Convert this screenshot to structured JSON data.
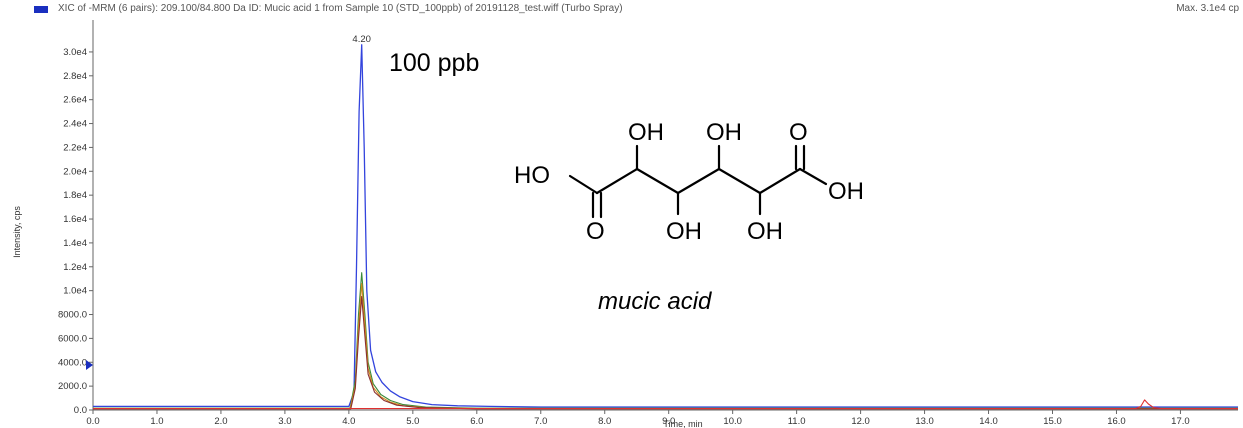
{
  "header": {
    "title": "XIC of -MRM (6 pairs): 209.100/84.800 Da ID: Mucic acid 1 from Sample 10 (STD_100ppb) of 20191128_test.wiff (Turbo Spray)",
    "max_label": "Max. 3.1e4 cp"
  },
  "colors": {
    "legend": "#1a2fbf",
    "blue": "#3344dd",
    "green": "#3a8a3a",
    "orange": "#d08a20",
    "red": "#e03030",
    "darkred": "#8a3030",
    "axis": "#666666"
  },
  "annotations": {
    "concentration": "100 ppb",
    "compound": "mucic acid",
    "peak_label": "4.20"
  },
  "molecule": {
    "HO": "HO",
    "OH": "OH",
    "O": "O"
  },
  "chart_data": {
    "type": "line",
    "xlabel": "Time, min",
    "ylabel": "Intensity, cps",
    "xlim": [
      0.0,
      17.9
    ],
    "ylim": [
      0,
      31000
    ],
    "x_ticks": [
      "0.0",
      "1.0",
      "2.0",
      "3.0",
      "4.0",
      "5.0",
      "6.0",
      "7.0",
      "8.0",
      "9.0",
      "10.0",
      "11.0",
      "12.0",
      "13.0",
      "14.0",
      "15.0",
      "16.0",
      "17.0"
    ],
    "y_ticks": [
      "0.0",
      "2000.0",
      "4000.0",
      "6000.0",
      "8000.0",
      "1.0e4",
      "1.2e4",
      "1.4e4",
      "1.6e4",
      "1.8e4",
      "2.0e4",
      "2.2e4",
      "2.4e4",
      "2.6e4",
      "2.8e4",
      "3.0e4"
    ],
    "series": [
      {
        "color_key": "blue",
        "x": [
          0.0,
          4.0,
          4.08,
          4.12,
          4.16,
          4.2,
          4.24,
          4.28,
          4.34,
          4.42,
          4.52,
          4.65,
          4.8,
          5.0,
          5.3,
          5.7,
          6.2,
          7.0,
          17.9
        ],
        "y": [
          300,
          300,
          1500,
          12000,
          25000,
          30600,
          22000,
          10000,
          5000,
          3200,
          2300,
          1600,
          1100,
          700,
          450,
          350,
          300,
          250,
          250
        ]
      },
      {
        "color_key": "green",
        "x": [
          0.0,
          4.02,
          4.1,
          4.15,
          4.2,
          4.25,
          4.3,
          4.38,
          4.5,
          4.65,
          4.85,
          5.2,
          6.0,
          17.9
        ],
        "y": [
          150,
          150,
          2500,
          8000,
          11500,
          8000,
          4000,
          2200,
          1300,
          800,
          450,
          250,
          150,
          150
        ]
      },
      {
        "color_key": "orange",
        "x": [
          0.0,
          4.02,
          4.1,
          4.15,
          4.2,
          4.25,
          4.3,
          4.38,
          4.5,
          4.65,
          4.85,
          5.2,
          6.0,
          17.9
        ],
        "y": [
          120,
          120,
          2000,
          7000,
          10600,
          7200,
          3500,
          1900,
          1100,
          650,
          350,
          200,
          120,
          120
        ]
      },
      {
        "color_key": "darkred",
        "x": [
          0.0,
          4.03,
          4.1,
          4.15,
          4.2,
          4.25,
          4.3,
          4.4,
          4.55,
          4.75,
          5.1,
          6.0,
          17.9
        ],
        "y": [
          100,
          100,
          1800,
          6000,
          9500,
          6200,
          3000,
          1500,
          800,
          400,
          200,
          100,
          100
        ]
      },
      {
        "color_key": "red",
        "x": [
          0.0,
          16.3,
          16.38,
          16.44,
          16.5,
          16.58,
          16.7,
          17.9
        ],
        "y": [
          120,
          120,
          300,
          850,
          500,
          200,
          120,
          120
        ]
      }
    ]
  }
}
